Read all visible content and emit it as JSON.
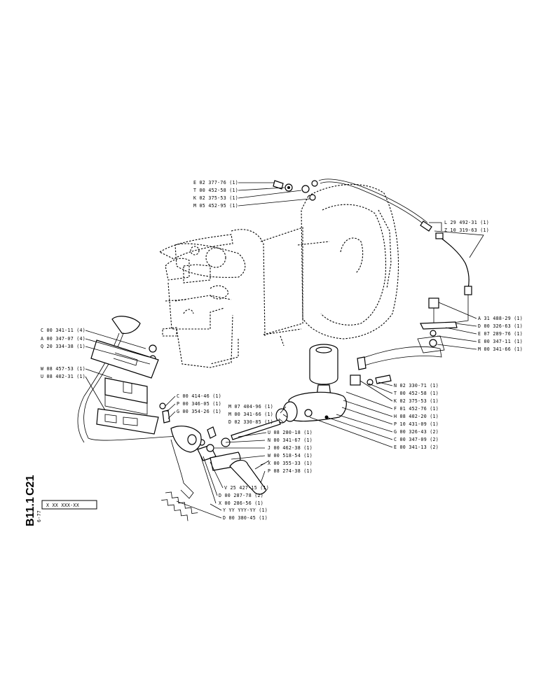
{
  "sheet": {
    "group_code": "C21",
    "sheet_code": "B11.1",
    "date": "6-77",
    "serial_box": "X XX XXX-XX"
  },
  "callouts": [
    {
      "id": "t1",
      "text": "E 02 377-76 (1)"
    },
    {
      "id": "t2",
      "text": "T 00 452-58 (1)"
    },
    {
      "id": "t3",
      "text": "K 02 375-53 (1)"
    },
    {
      "id": "t4",
      "text": "M 05 452-95 (1)"
    },
    {
      "id": "r1",
      "text": "L 29 492-31 (1)"
    },
    {
      "id": "r2",
      "text": "Z 10 319-63 (1)"
    },
    {
      "id": "r3",
      "text": "A 31 488-29 (1)"
    },
    {
      "id": "r4",
      "text": "D 00 326-63 (1)"
    },
    {
      "id": "r5",
      "text": "E 07 289-76 (1)"
    },
    {
      "id": "r6",
      "text": "E 00 347-11 (1)"
    },
    {
      "id": "r7",
      "text": "M 00 341-66 (1)"
    },
    {
      "id": "l1",
      "text": "C 00 341-11 (4)"
    },
    {
      "id": "l2",
      "text": "A 00 347-07 (4)"
    },
    {
      "id": "l3",
      "text": "Q 20 334-38 (1)"
    },
    {
      "id": "l4",
      "text": "W 08 457-53 (1)"
    },
    {
      "id": "l5",
      "text": "U 08 402-31 (1)"
    },
    {
      "id": "c1",
      "text": "C 00 414-46 (1)"
    },
    {
      "id": "c2",
      "text": "P 00 346-05 (1)"
    },
    {
      "id": "c3",
      "text": "G 00 354-26 (1)"
    },
    {
      "id": "m1",
      "text": "N 02 330-71 (1)"
    },
    {
      "id": "m2",
      "text": "T 00 452-58 (1)"
    },
    {
      "id": "m3",
      "text": "K 02 375-53 (1)"
    },
    {
      "id": "m4",
      "text": "F 01 452-76 (1)"
    },
    {
      "id": "m5",
      "text": "H 08 402-20 (1)"
    },
    {
      "id": "m6",
      "text": "P 10 431-09 (1)"
    },
    {
      "id": "m7",
      "text": "G 00 326-43 (2)"
    },
    {
      "id": "m8",
      "text": "C 00 347-09 (2)"
    },
    {
      "id": "m9",
      "text": "E 00 341-13 (2)"
    },
    {
      "id": "p1",
      "text": "M 07 404-96 (1)"
    },
    {
      "id": "p2",
      "text": "M 00 341-66 (1)"
    },
    {
      "id": "p3",
      "text": "D 02 330-85 (1)"
    },
    {
      "id": "p4",
      "text": "U 08 280-18 (1)"
    },
    {
      "id": "p5",
      "text": "N 00 341-67 (1)"
    },
    {
      "id": "p6",
      "text": "J 00 462-38 (1)"
    },
    {
      "id": "p7",
      "text": "W 00 518-54 (1)"
    },
    {
      "id": "p8",
      "text": "X 00 355-33 (1)"
    },
    {
      "id": "p9",
      "text": "P 08 274-38 (1)"
    },
    {
      "id": "b1",
      "text": "V 25 427-15 (1)"
    },
    {
      "id": "b2",
      "text": "D 00 287-78 (2)"
    },
    {
      "id": "b3",
      "text": "X 00 286-56 (1)"
    },
    {
      "id": "b4",
      "text": "Y YY YYY-YY (1)"
    },
    {
      "id": "b5",
      "text": "D 00 380-45 (1)"
    }
  ]
}
